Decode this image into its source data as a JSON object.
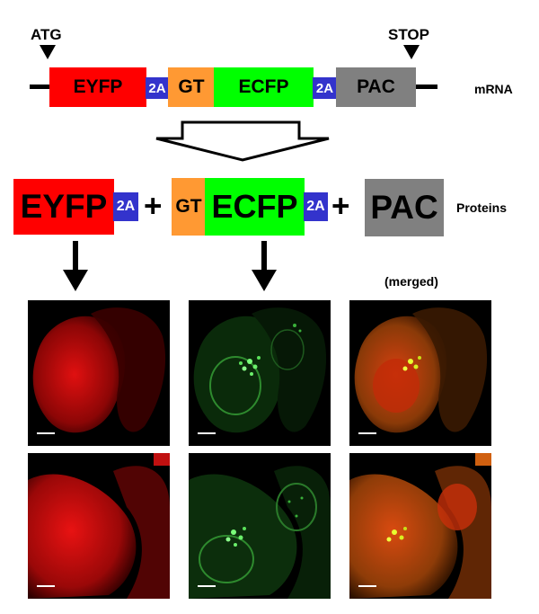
{
  "construct": {
    "start_label": "ATG",
    "stop_label": "STOP",
    "mrna_label": "mRNA",
    "segments": {
      "eyfp": "EYFP",
      "t2a_1": "2A",
      "gt": "GT",
      "ecfp": "ECFP",
      "t2a_2": "2A",
      "pac": "PAC"
    }
  },
  "proteins": {
    "label": "Proteins",
    "eyfp": "EYFP",
    "eyfp_tag": "2A",
    "plus_1": "+",
    "gt": "GT",
    "ecfp": "ECFP",
    "ecfp_tag": "2A",
    "plus_2": "+",
    "pac": "PAC"
  },
  "images": {
    "merged_label": "(merged)"
  },
  "colors": {
    "eyfp": "#ff0000",
    "t2a": "#3333cc",
    "gt": "#ff9933",
    "ecfp": "#00ff00",
    "pac": "#808080"
  }
}
